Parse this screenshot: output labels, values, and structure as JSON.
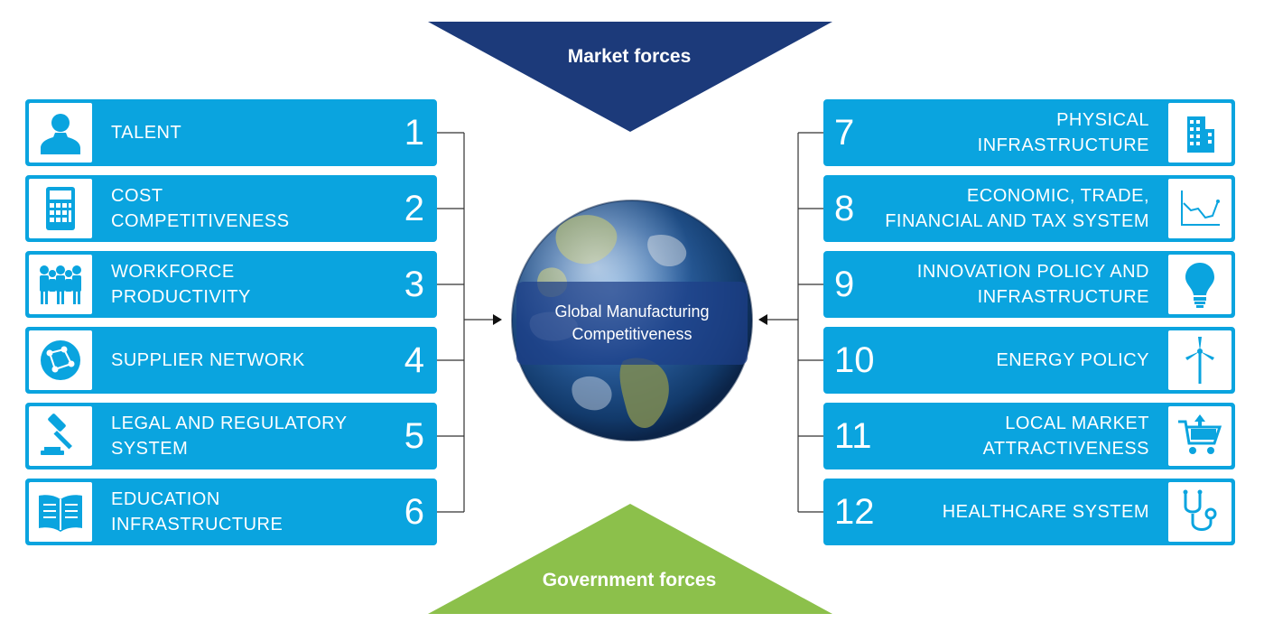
{
  "market_forces": "Market forces",
  "government_forces": "Government forces",
  "center": {
    "line1": "Global Manufacturing",
    "line2": "Competitiveness"
  },
  "left_items": [
    {
      "number": "1",
      "line1": "TALENT",
      "line2": "",
      "icon": "person-icon"
    },
    {
      "number": "2",
      "line1": "COST",
      "line2": "COMPETITIVENESS",
      "icon": "calculator-icon"
    },
    {
      "number": "3",
      "line1": "WORKFORCE",
      "line2": "PRODUCTIVITY",
      "icon": "people-group-icon"
    },
    {
      "number": "4",
      "line1": "SUPPLIER NETWORK",
      "line2": "",
      "icon": "network-globe-icon"
    },
    {
      "number": "5",
      "line1": "LEGAL AND REGULATORY",
      "line2": "SYSTEM",
      "icon": "gavel-icon"
    },
    {
      "number": "6",
      "line1": "EDUCATION",
      "line2": "INFRASTRUCTURE",
      "icon": "book-icon"
    }
  ],
  "right_items": [
    {
      "number": "7",
      "line1": "PHYSICAL",
      "line2": "INFRASTRUCTURE",
      "icon": "building-icon"
    },
    {
      "number": "8",
      "line1": "ECONOMIC, TRADE,",
      "line2": "FINANCIAL AND TAX SYSTEM",
      "icon": "line-chart-icon"
    },
    {
      "number": "9",
      "line1": "INNOVATION POLICY AND",
      "line2": "INFRASTRUCTURE",
      "icon": "lightbulb-icon"
    },
    {
      "number": "10",
      "line1": "ENERGY POLICY",
      "line2": "",
      "icon": "wind-turbine-icon"
    },
    {
      "number": "11",
      "line1": "LOCAL MARKET",
      "line2": "ATTRACTIVENESS",
      "icon": "shopping-cart-icon"
    },
    {
      "number": "12",
      "line1": "HEALTHCARE SYSTEM",
      "line2": "",
      "icon": "stethoscope-icon"
    }
  ],
  "colors": {
    "card": "#0aa4df",
    "market": "#1c3a7a",
    "government": "#8cc04b"
  }
}
